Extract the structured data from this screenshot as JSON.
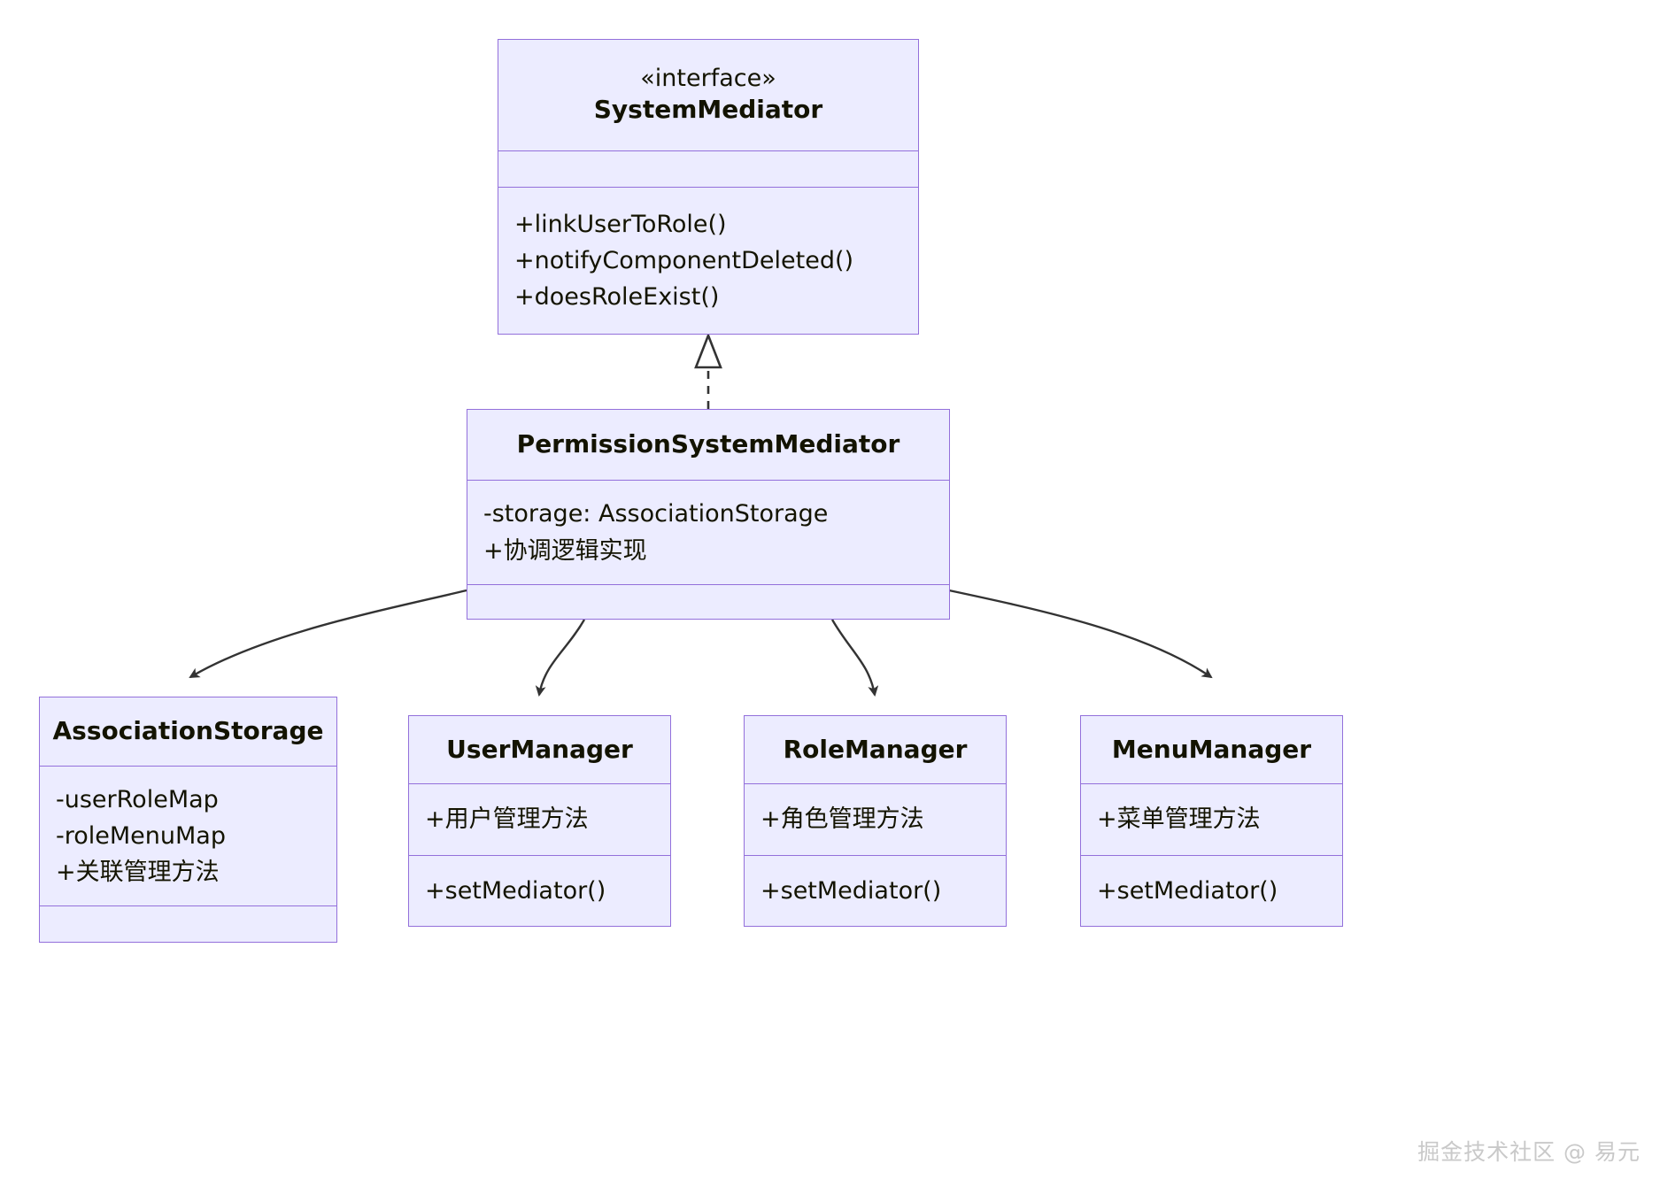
{
  "diagram": {
    "type": "uml-class-diagram",
    "background_color": "#ffffff",
    "node_fill": "#ececff",
    "node_border": "#9370db",
    "edge_color": "#333333",
    "text_color": "#131300",
    "classes": [
      {
        "id": "SystemMediator",
        "stereotype": "«interface»",
        "name": "SystemMediator",
        "attributes": [],
        "methods": [
          "+linkUserToRole()",
          "+notifyComponentDeleted()",
          "+doesRoleExist()"
        ]
      },
      {
        "id": "PermissionSystemMediator",
        "stereotype": "",
        "name": "PermissionSystemMediator",
        "attributes": [
          "-storage: AssociationStorage",
          "+协调逻辑实现"
        ],
        "methods": []
      },
      {
        "id": "AssociationStorage",
        "stereotype": "",
        "name": "AssociationStorage",
        "attributes": [
          "-userRoleMap",
          "-roleMenuMap",
          "+关联管理方法"
        ],
        "methods": []
      },
      {
        "id": "UserManager",
        "stereotype": "",
        "name": "UserManager",
        "attributes": [
          "+用户管理方法"
        ],
        "methods": [
          "+setMediator()"
        ]
      },
      {
        "id": "RoleManager",
        "stereotype": "",
        "name": "RoleManager",
        "attributes": [
          "+角色管理方法"
        ],
        "methods": [
          "+setMediator()"
        ]
      },
      {
        "id": "MenuManager",
        "stereotype": "",
        "name": "MenuManager",
        "attributes": [
          "+菜单管理方法"
        ],
        "methods": [
          "+setMediator()"
        ]
      }
    ],
    "relationships": [
      {
        "from": "PermissionSystemMediator",
        "to": "SystemMediator",
        "type": "realization",
        "line": "dashed",
        "arrow": "hollow-triangle"
      },
      {
        "from": "PermissionSystemMediator",
        "to": "AssociationStorage",
        "type": "association",
        "line": "solid",
        "arrow": "filled-arrow"
      },
      {
        "from": "PermissionSystemMediator",
        "to": "UserManager",
        "type": "association",
        "line": "solid",
        "arrow": "filled-arrow"
      },
      {
        "from": "PermissionSystemMediator",
        "to": "RoleManager",
        "type": "association",
        "line": "solid",
        "arrow": "filled-arrow"
      },
      {
        "from": "PermissionSystemMediator",
        "to": "MenuManager",
        "type": "association",
        "line": "solid",
        "arrow": "filled-arrow"
      }
    ]
  },
  "watermark": {
    "text": "掘金技术社区 @ 易元"
  }
}
